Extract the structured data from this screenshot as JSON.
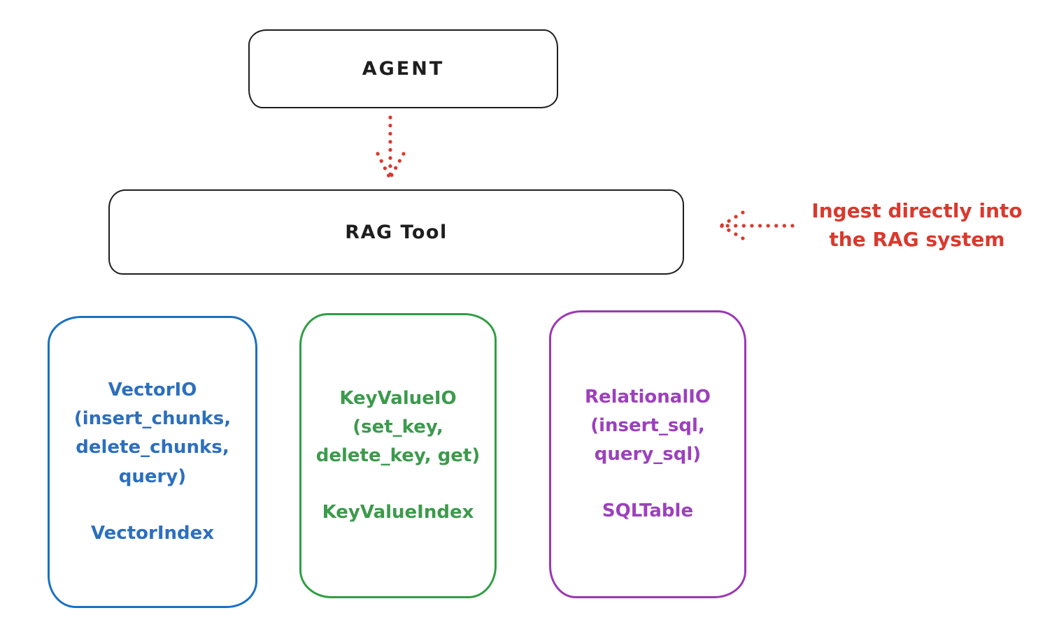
{
  "diagram": {
    "agent_box": {
      "label": "AGENT"
    },
    "rag_tool_box": {
      "label": "RAG Tool"
    },
    "agent_to_rag_arrow": {
      "style": "dotted",
      "direction": "down",
      "color": "#e03131"
    },
    "annotation": {
      "line1": "Ingest directly into",
      "line2": "the RAG system",
      "arrow_direction": "left",
      "arrow_style": "dotted",
      "color": "#e03131"
    },
    "storage_boxes": [
      {
        "id": "vector-io",
        "color": "#1971c2",
        "method_lines": [
          "VectorIO",
          "(insert_chunks,",
          "delete_chunks,",
          "query)"
        ],
        "index_label": "VectorIndex"
      },
      {
        "id": "keyvalue-io",
        "color": "#2f9e44",
        "method_lines": [
          "KeyValueIO",
          "(set_key,",
          "delete_key, get)"
        ],
        "index_label": "KeyValueIndex"
      },
      {
        "id": "relational-io",
        "color": "#9c36b5",
        "method_lines": [
          "RelationalIO",
          "(insert_sql,",
          "query_sql)"
        ],
        "index_label": "SQLTable"
      }
    ],
    "colors": {
      "stroke_black": "#1e1e1e",
      "red": "#e03131",
      "blue": "#1971c2",
      "green": "#2f9e44",
      "purple": "#9c36b5",
      "background": "#ffffff"
    }
  }
}
